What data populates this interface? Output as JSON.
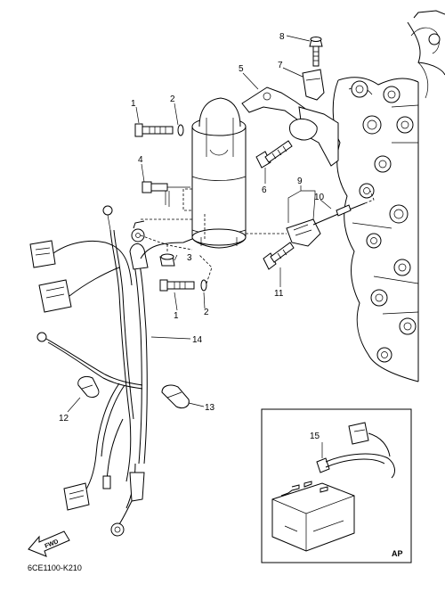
{
  "callouts": {
    "c1a": "1",
    "c1b": "1",
    "c2a": "2",
    "c2b": "2",
    "c3": "3",
    "c4": "4",
    "c5": "5",
    "c6": "6",
    "c7": "7",
    "c8": "8",
    "c9": "9",
    "c10": "10",
    "c11": "11",
    "c12": "12",
    "c13": "13",
    "c14": "14",
    "c15": "15"
  },
  "inset": {
    "label": "AP"
  },
  "fwd": {
    "label": "FWD"
  },
  "drawing_code": "6CE1100-K210"
}
